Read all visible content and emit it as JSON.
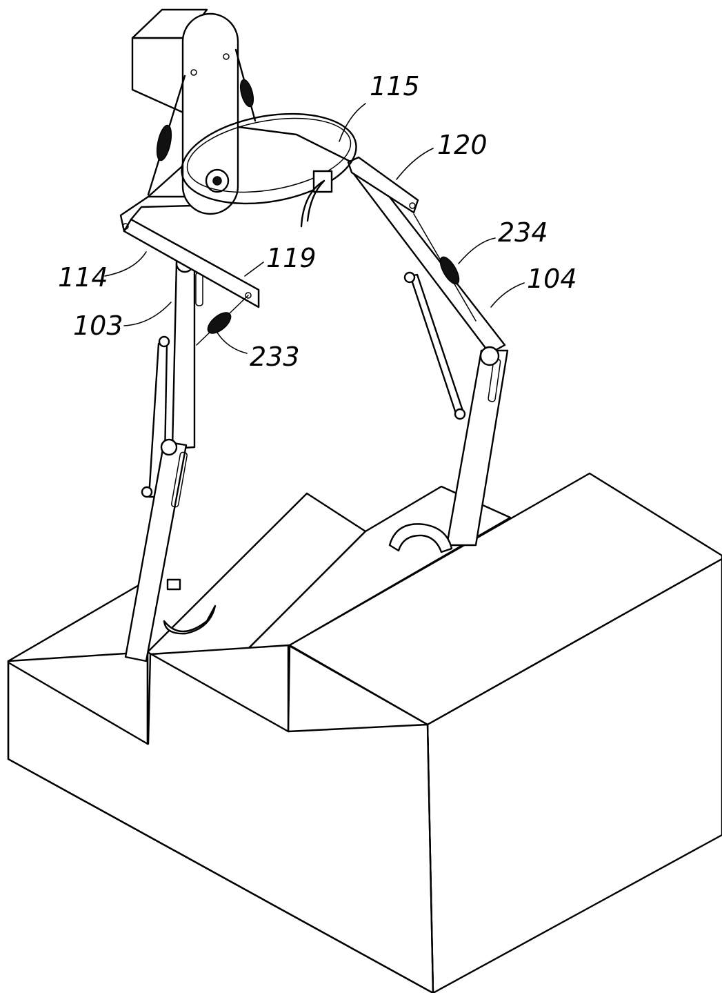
{
  "figure": {
    "reference_numerals": {
      "r115": "115",
      "r120": "120",
      "r234": "234",
      "r104": "104",
      "r114": "114",
      "r119": "119",
      "r103": "103",
      "r233": "233"
    }
  }
}
